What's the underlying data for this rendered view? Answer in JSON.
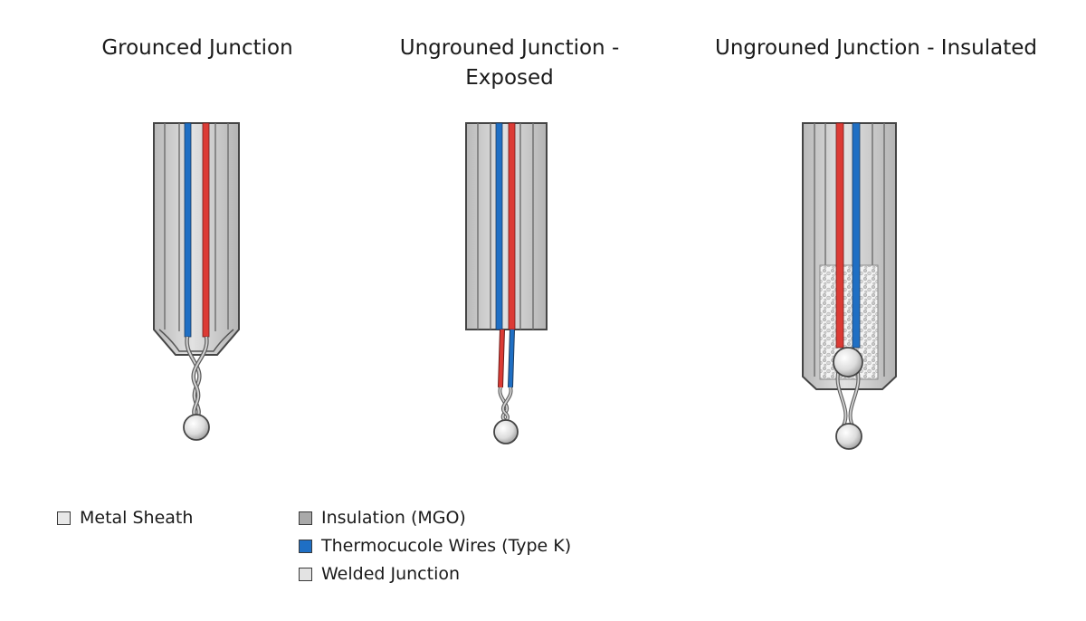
{
  "panels": [
    {
      "title": "Grounced Junction"
    },
    {
      "title": "Ungrouned Junction -\nExposed"
    },
    {
      "title": "Ungrouned Junction - Insulated"
    }
  ],
  "legend": [
    {
      "label": "Metal Sheath",
      "color": "#e8e8e8"
    },
    {
      "label": "Insulation (MGO)",
      "color": "#a9a9a9"
    },
    {
      "label": "Thermocucole Wires (Type K)",
      "color": "#1f6fc4"
    },
    {
      "label": "Welded Junction",
      "color": "#e3e3e3"
    }
  ],
  "colors": {
    "red_wire": "#dc3b35",
    "blue_wire": "#1f6fc4",
    "sheath": "#c6c6c6",
    "outline": "#454545"
  }
}
